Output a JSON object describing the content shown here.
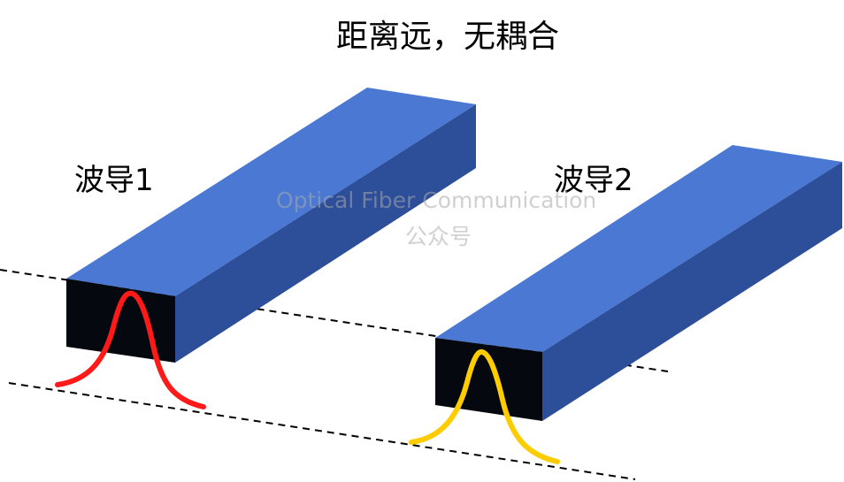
{
  "title": "距离远，无耦合",
  "waveguides": [
    {
      "label": "波导1",
      "mode_color": "#ff1a1a"
    },
    {
      "label": "波导2",
      "mode_color": "#ffcc00"
    }
  ],
  "watermark": {
    "line1": "Optical Fiber Communication",
    "line2": "公众号"
  },
  "colors": {
    "top_face": "#4a78d2",
    "side_face": "#2d4e99",
    "front_face": "#05080f"
  }
}
